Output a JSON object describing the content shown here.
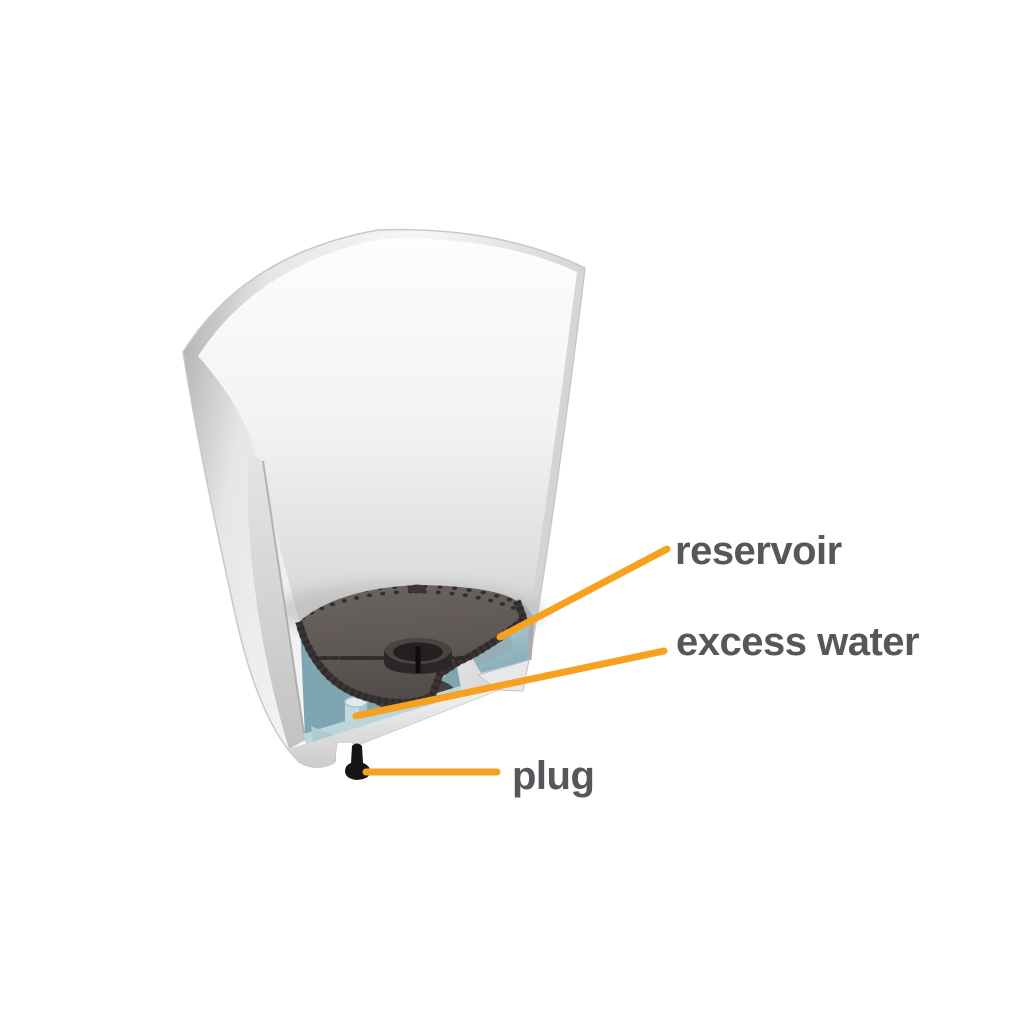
{
  "figure": {
    "description": "Cutaway diagram of a self-watering planter pot showing its water reservoir, excess water level and drain plug"
  },
  "labels": {
    "reservoir": "reservoir",
    "excess_water": "excess water",
    "plug": "plug"
  },
  "colors": {
    "accent": "#F6A120",
    "label_text": "#56575A",
    "plate": "#5E5755",
    "plate_edge": "#3A3534",
    "water_light": "#BCD5DB",
    "water": "#9FC0CA",
    "water_deep": "#7FA5B0",
    "plug": "#171414"
  }
}
